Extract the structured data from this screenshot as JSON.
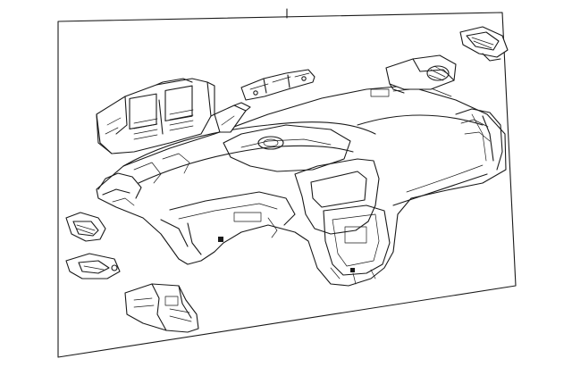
{
  "diagram": {
    "type": "exploded-parts-illustration",
    "subject": "instrument-panel-assembly",
    "line_color": "#1a1a1a",
    "background_color": "#ffffff",
    "callouts": [
      {
        "name": "main-assembly-leader"
      }
    ],
    "parts": [
      {
        "name": "instrument-panel-carrier"
      },
      {
        "name": "center-air-vent-assembly"
      },
      {
        "name": "defroster-duct-bracket"
      },
      {
        "name": "small-bracket"
      },
      {
        "name": "right-side-vent"
      },
      {
        "name": "right-corner-vent"
      },
      {
        "name": "left-side-vent"
      },
      {
        "name": "left-lower-vent-bezel"
      },
      {
        "name": "lower-duct"
      }
    ]
  }
}
